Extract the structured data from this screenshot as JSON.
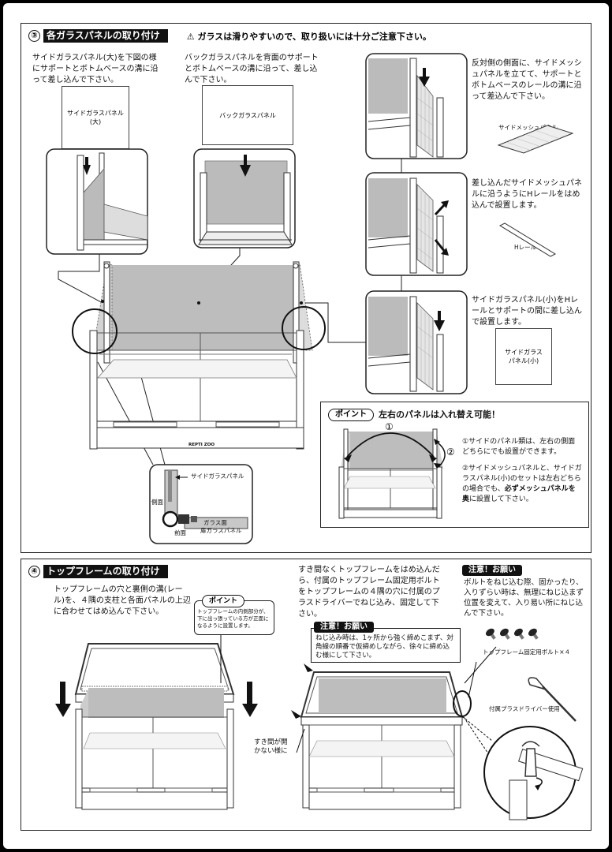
{
  "section3": {
    "num": "③",
    "title": "各ガラスパネルの取り付け",
    "warning": "ガラスは滑りやすいので、取り扱いには十分ご注意下さい。",
    "step_side_large": "サイドガラスパネル(大)を下図の様にサポートとボトムベースの溝に沿って差し込んで下さい。",
    "label_side_large_1": "サイドガラスパネル",
    "label_side_large_2": "(大)",
    "step_back": "バックガラスパネルを背面のサポートとボトムベースの溝に沿って、差し込んで下さい。",
    "label_back": "バックガラスパネル",
    "step_mesh": "反対側の側面に、サイドメッシュパネルを立てて、サポートとボトムベースのレールの溝に沿って差込んで下さい。",
    "label_mesh": "サイドメッシュパネル",
    "step_hrail": "差し込んだサイドメッシュパネルに沿うようにHレールをはめ込んで設置します。",
    "label_hrail": "Hレール",
    "step_side_small": "サイドガラスパネル(小)をHレールとサポートの間に差し込んで設置します。",
    "label_side_small_1": "サイドガラス",
    "label_side_small_2": "パネル(小)",
    "detail_side_panel": "サイドガラスパネル",
    "detail_side": "側面",
    "detail_front": "前面",
    "detail_glass_face": "ガラス面",
    "detail_door_glass": "扉ガラスパネル",
    "brand": "REPTI ZOO",
    "point_label": "ポイント",
    "point_title": "左右のパネルは入れ替え可能！",
    "point_n1": "①",
    "point_n2": "②",
    "point_item1": "①サイドのパネル類は、左右の側面どちらにでも設置ができます。",
    "point_item2_a": "②サイドメッシュパネルと、サイドガラスパネル(小)のセットは左右どちらの場合でも、",
    "point_item2_b": "必ずメッシュパネルを奥",
    "point_item2_c": "に設置して下さい。"
  },
  "section4": {
    "num": "④",
    "title": "トップフレームの取り付け",
    "step_top": "トップフレームの穴と裏側の溝(レール)を、４隅の支柱と各面パネルの上辺に合わせてはめ込んで下さい。",
    "point_label": "ポイント",
    "point_text": "トップフレームの内側部分が、下に出っ張っている方が正面になるように設置します。",
    "step_bolt": "すき間なくトップフレームをはめ込んだら、付属のトップフレーム固定用ボルトをトップフレームの４隅の穴に付属のプラスドライバーでねじ込み、固定して下さい。",
    "notice1_label": "注意！お願い",
    "notice1_text": "ねじ込み時は、1ヶ所から強く締めこまず、対角線の順番で仮締めしながら、徐々に締め込む様にして下さい。",
    "notice2_label": "注意！お願い",
    "notice2_text": "ボルトをねじ込む際、固かったり、入りずらい時は、無理にねじ込まず位置を変えて、入り易い所にねじ込んで下さい。",
    "bolt_label": "トップフレーム固定用ボルト×４",
    "driver_label": "付属プラスドライバー使用",
    "gap_label": "すき間が開かない様に"
  },
  "colors": {
    "ink": "#111111",
    "glass": "#c8c8c8",
    "glass_dark": "#a8a8a8",
    "frame": "#ffffff"
  }
}
